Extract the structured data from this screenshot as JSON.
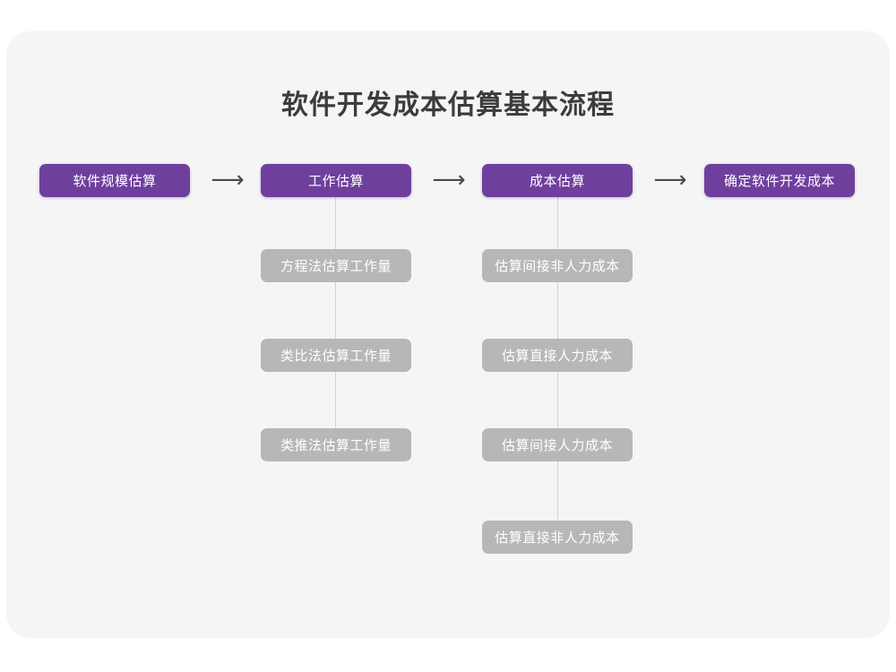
{
  "page": {
    "title": "软件开发成本估算基本流程",
    "background_color": "#ffffff",
    "card_color": "#f5f5f5",
    "accent_color": "#6f3f9e",
    "secondary_color": "#b7b7b7"
  },
  "diagram": {
    "type": "flowchart",
    "arrow_glyph": "⟶",
    "main_steps": [
      {
        "label": "软件规模估算"
      },
      {
        "label": "工作估算"
      },
      {
        "label": "成本估算"
      },
      {
        "label": "确定软件开发成本"
      }
    ],
    "arrows": [
      {
        "label": "⟶"
      },
      {
        "label": "⟶"
      },
      {
        "label": "⟶"
      }
    ],
    "sub_steps_work": [
      {
        "label": "方程法估算工作量"
      },
      {
        "label": "类比法估算工作量"
      },
      {
        "label": "类推法估算工作量"
      }
    ],
    "sub_steps_cost": [
      {
        "label": "估算间接非人力成本"
      },
      {
        "label": "估算直接人力成本"
      },
      {
        "label": "估算间接人力成本"
      },
      {
        "label": "估算直接非人力成本"
      }
    ]
  }
}
